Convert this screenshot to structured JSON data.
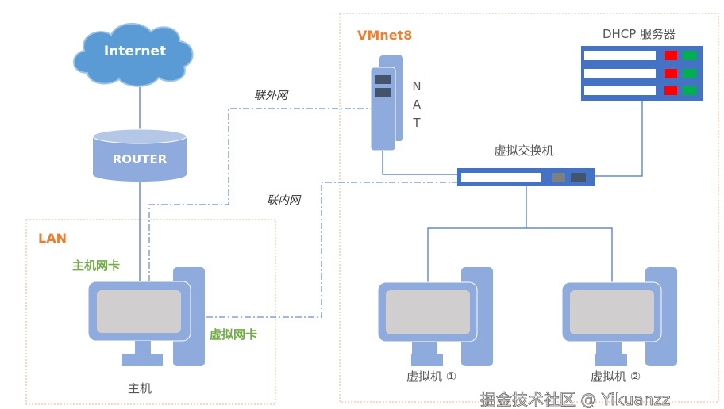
{
  "colors": {
    "device": "#8faadc",
    "switch": "#4472c4",
    "accent_orange": "#ed7d31",
    "accent_green": "#70ad47",
    "screen": "#d0cece",
    "led_red": "#ff0000",
    "led_green": "#00b050"
  },
  "internet": {
    "label": "Internet",
    "icon": "cloud-icon"
  },
  "router": {
    "label": "ROUTER"
  },
  "lan": {
    "label": "LAN",
    "host_nic": "主机网卡",
    "virtual_nic": "虚拟网卡",
    "host_label": "主机"
  },
  "vmnet": {
    "label": "VMnet8",
    "nat": [
      "N",
      "A",
      "T"
    ],
    "dhcp": "DHCP 服务器",
    "switch": "虚拟交换机",
    "vm1": "虚拟机 ①",
    "vm2": "虚拟机 ②"
  },
  "links": {
    "external": "联外网",
    "internal": "联内网"
  },
  "watermark": "掘金技术社区 @ Yikuanzz"
}
